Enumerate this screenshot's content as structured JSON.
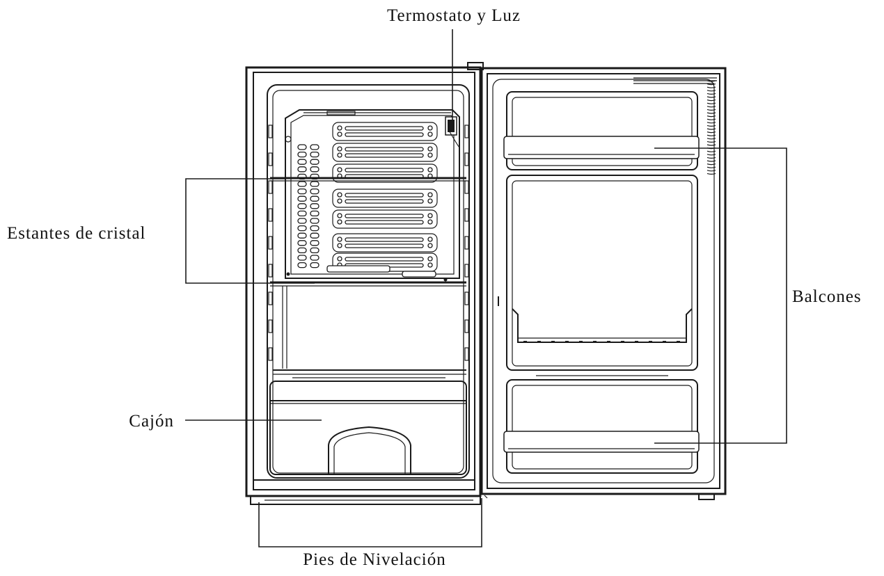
{
  "labels": {
    "thermostat": "Termostato y Luz",
    "shelves": "Estantes de cristal",
    "drawer": "Cajón",
    "leveling_feet": "Pies de Nivelación",
    "balconies": "Balcones"
  }
}
